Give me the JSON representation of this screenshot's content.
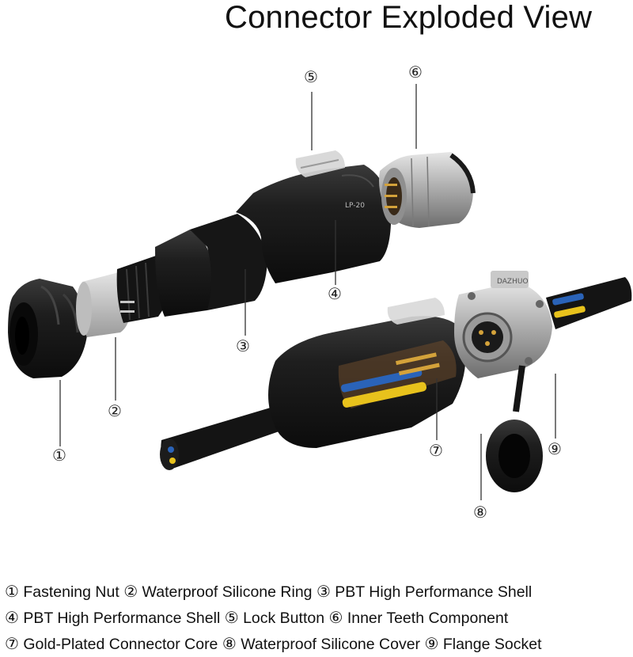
{
  "title": "Connector Exploded View",
  "callouts": {
    "c1": "①",
    "c2": "②",
    "c3": "③",
    "c4": "④",
    "c5": "⑤",
    "c6": "⑥",
    "c7": "⑦",
    "c8": "⑧",
    "c9": "⑨"
  },
  "part_markings": {
    "shell_model": "LP-20",
    "flange_brand": "DAZHUO"
  },
  "legend": [
    {
      "mark": "①",
      "label": "Fastening Nut"
    },
    {
      "mark": "②",
      "label": "Waterproof Silicone Ring"
    },
    {
      "mark": "③",
      "label": "PBT High Performance Shell"
    },
    {
      "mark": "④",
      "label": "PBT High Performance Shell"
    },
    {
      "mark": "⑤",
      "label": "Lock Button"
    },
    {
      "mark": "⑥",
      "label": "Inner Teeth Component"
    },
    {
      "mark": "⑦",
      "label": "Gold-Plated Connector Core"
    },
    {
      "mark": "⑧",
      "label": "Waterproof Silicone Cover"
    },
    {
      "mark": "⑨",
      "label": "Flange Socket"
    }
  ],
  "colors": {
    "plastic_black": "#1a1a1a",
    "silicone_ring": "#c9c9c9",
    "metal": "#b8b8b8",
    "wire_yellow": "#e8c21c",
    "wire_blue": "#2a63b8",
    "gold_pin": "#d4a23a"
  }
}
